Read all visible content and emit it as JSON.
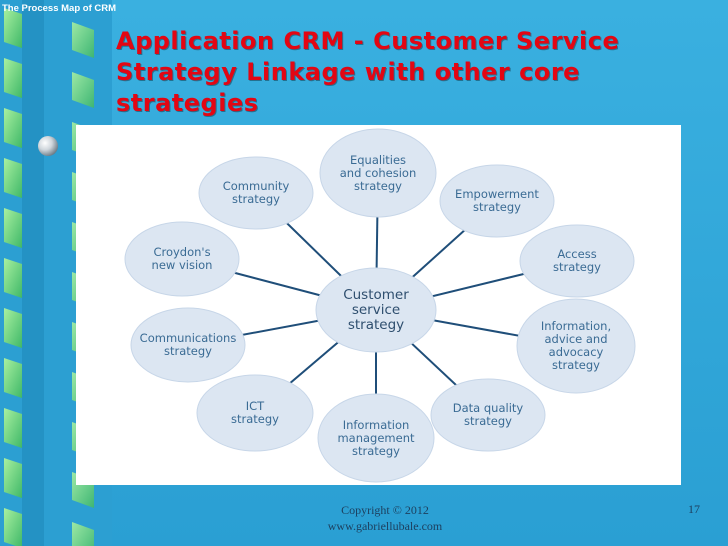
{
  "corner_label": "The Process Map of CRM",
  "title": {
    "lines": [
      "Application CRM - Customer Service",
      "Strategy Linkage with other core",
      "strategies"
    ]
  },
  "colors": {
    "background": "#2fa3d6",
    "title": "#e30613",
    "bubble_fill": "#dce6f2",
    "spoke": "#1f4e79",
    "bubble_text": "#3a6b94"
  },
  "diagram": {
    "center": {
      "lines": [
        "Customer",
        "service",
        "strategy"
      ]
    },
    "nodes": [
      {
        "id": "equalities",
        "lines": [
          "Equalities",
          "and cohesion",
          "strategy"
        ]
      },
      {
        "id": "empowerment",
        "lines": [
          "Empowerment",
          "strategy"
        ]
      },
      {
        "id": "access",
        "lines": [
          "Access",
          "strategy"
        ]
      },
      {
        "id": "information-advice",
        "lines": [
          "Information,",
          "advice and",
          "advocacy",
          "strategy"
        ]
      },
      {
        "id": "data-quality",
        "lines": [
          "Data quality",
          "strategy"
        ]
      },
      {
        "id": "information-management",
        "lines": [
          "Information",
          "management",
          "strategy"
        ]
      },
      {
        "id": "ict",
        "lines": [
          "ICT",
          "strategy"
        ]
      },
      {
        "id": "communications",
        "lines": [
          "Communications",
          "strategy"
        ]
      },
      {
        "id": "croydon",
        "lines": [
          "Croydon's",
          "new vision"
        ]
      },
      {
        "id": "community",
        "lines": [
          "Community",
          "strategy"
        ]
      }
    ]
  },
  "footer": {
    "copyright": "Copyright © 2012",
    "website": "www.gabriellubale.com",
    "page_number": "17"
  }
}
